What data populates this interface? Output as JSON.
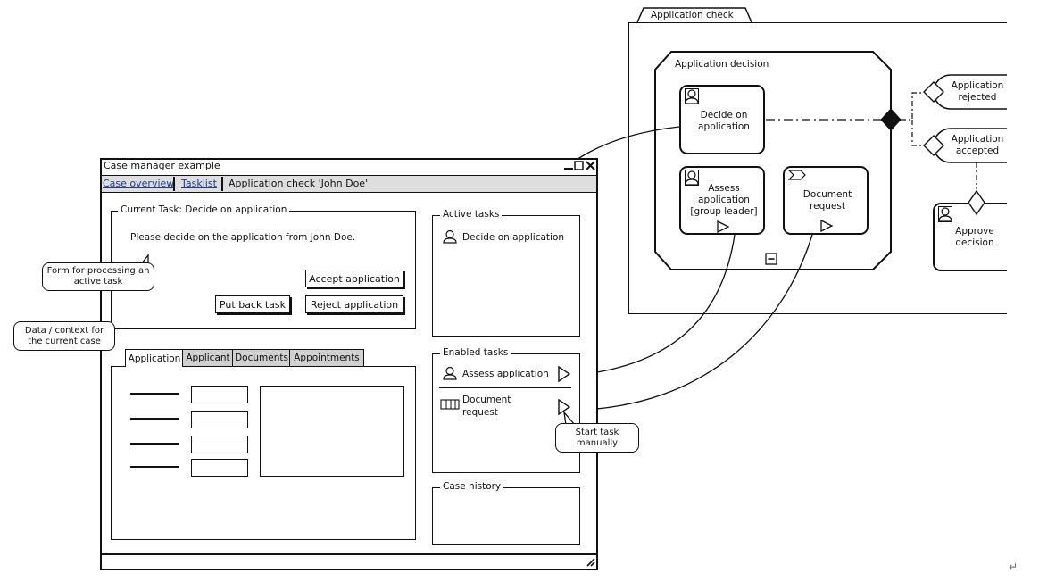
{
  "window": {
    "title": "Case manager example",
    "breadcrumb": {
      "case_overview": "Case overview",
      "tasklist": "Tasklist",
      "current": "Application check 'John Doe'"
    },
    "current_task": {
      "legend": "Current Task: Decide on application",
      "message": "Please decide on the application from John Doe.",
      "accept_button": "Accept application",
      "put_back_button": "Put back task",
      "reject_button": "Reject application"
    },
    "tabs": [
      "Application",
      "Applicant",
      "Documents",
      "Appointments"
    ],
    "active_tasks": {
      "legend": "Active tasks",
      "items": [
        "Decide on application"
      ]
    },
    "enabled_tasks": {
      "legend": "Enabled tasks",
      "items": [
        "Assess application",
        "Document request"
      ]
    },
    "case_history": {
      "legend": "Case history"
    }
  },
  "callouts": {
    "form": "Form for processing an active task",
    "data": "Data / context for the current case",
    "start": "Start task manually"
  },
  "cmmn": {
    "case_tab": "Application check",
    "stage_label": "Application decision",
    "decide_task": "Decide on application",
    "assess_task": "Assess application [group leader]",
    "document_task": "Document request",
    "rejected_milestone": "Application rejected",
    "accepted_milestone": "Application accepted",
    "approve_task": "Approve decision"
  },
  "icons": [
    "user-icon",
    "event-listener-icon",
    "play-icon",
    "minimize-icon",
    "close-icon",
    "resize-grip-icon"
  ]
}
